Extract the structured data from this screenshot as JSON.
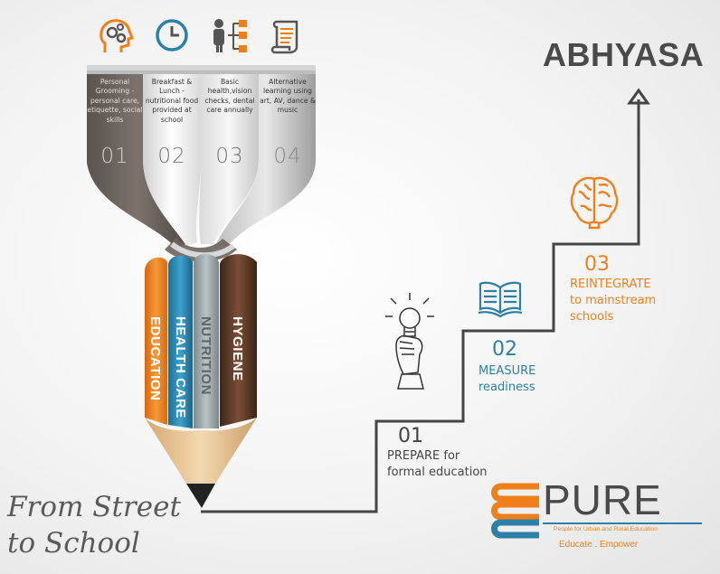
{
  "brand": "ABHYASA",
  "strips": [
    {
      "text": "Personal Grooming - personal care, etiquette, social skills",
      "number": "01",
      "icon": "gears-head-icon"
    },
    {
      "text": "Breakfast & Lunch - nutritional food provided at school",
      "number": "02",
      "icon": "clock-icon"
    },
    {
      "text": "Basic health,vision checks, dental care annually",
      "number": "03",
      "icon": "organization-chart-icon"
    },
    {
      "text": "Alternative learning using art, AV, dance & music",
      "number": "04",
      "icon": "scroll-icon"
    }
  ],
  "pillars": [
    "EDUCATION",
    "HEALTH CARE",
    "NUTRITION",
    "HYGIENE"
  ],
  "steps": [
    {
      "number": "01",
      "line1": "PREPARE for",
      "line2": "formal education",
      "icon": "hand-lightbulb-icon"
    },
    {
      "number": "02",
      "line1": "MEASURE",
      "line2": "readiness",
      "icon": "open-book-icon"
    },
    {
      "number": "03",
      "line1": "REINTEGRATE",
      "line2": "to mainstream",
      "line3": "schools",
      "icon": "brain-icon"
    }
  ],
  "tagline": {
    "line1": "From Street",
    "line2": "to School"
  },
  "logo": {
    "main": "PURE",
    "subtitle": "People for Urban and Rural Education",
    "tag": "Educate . Empower"
  },
  "colors": {
    "orange": "#ef7f1a",
    "blue": "#2c7fa6",
    "dark": "#3c3c3c",
    "accent": "#e7811e",
    "brown": "#5b3a2a",
    "grey": "#9aa4a6"
  }
}
